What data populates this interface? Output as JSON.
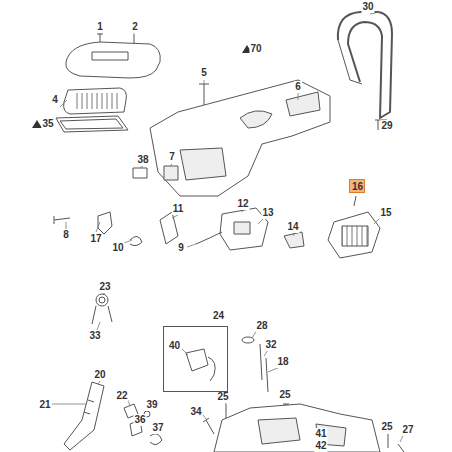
{
  "diagram": {
    "nodes": [
      {
        "text": [
          "16"
        ]
      },
      {
        "text": [
          "24",
          "40"
        ]
      }
    ],
    "labels": [
      "1",
      "2",
      "30",
      "70",
      "5",
      "6",
      "4",
      "35",
      "29",
      "38",
      "7",
      "15",
      "8",
      "17",
      "11",
      "12",
      "13",
      "9",
      "10",
      "14",
      "23",
      "33",
      "28",
      "32",
      "18",
      "20",
      "21",
      "22",
      "39",
      "36",
      "37",
      "25",
      "34",
      "25",
      "41",
      "42",
      "25",
      "27"
    ]
  }
}
